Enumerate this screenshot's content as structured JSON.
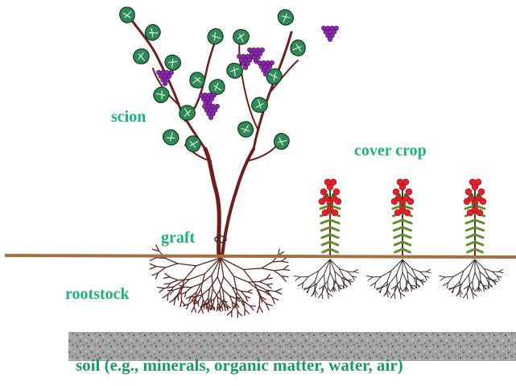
{
  "labels": {
    "scion": "scion",
    "cover_crop": "cover crop",
    "graft": "graft",
    "rootstock": "rootstock",
    "soil": "soil (e.g., minerals, organic matter, water, air)"
  },
  "colors": {
    "label_green": "#1bb37a",
    "ground_line": "#a8703e",
    "vine_stem": "#6e1f1a",
    "leaf": "#2f8a55",
    "grape": "#8a2aa8",
    "flower_red": "#e0202a",
    "fern_green": "#5f8f2c",
    "soil_gray": "#9a9a9a"
  },
  "icons": {
    "grapevine": "grapevine-icon",
    "cover_crop_plant": "cover-crop-plant-icon",
    "soil": "soil-layer-icon"
  }
}
